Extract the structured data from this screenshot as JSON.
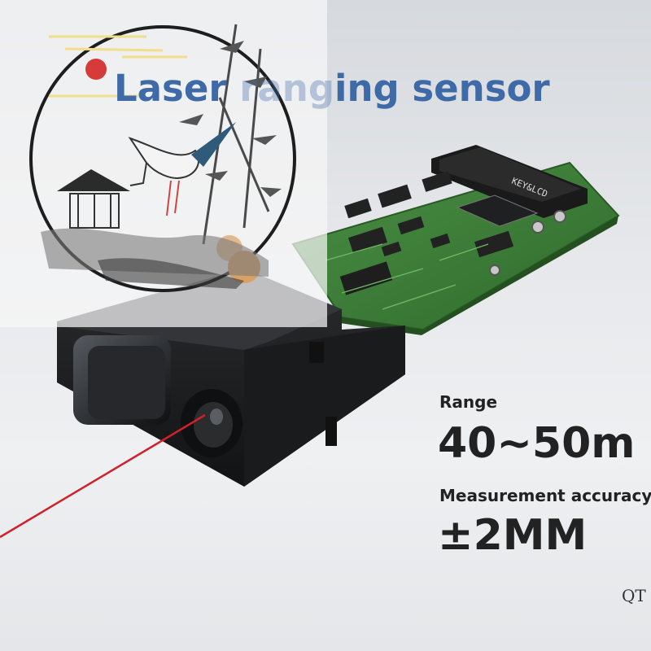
{
  "title": {
    "prefix": "Laser ",
    "faint": "rang",
    "suffix": "ing sensor"
  },
  "specs": {
    "range_label": "Range",
    "range_value": "40~50m",
    "accuracy_label": "Measurement accuracy",
    "accuracy_value": "±2MM"
  },
  "board_silkscreen": "KEY&LCD",
  "brand_mark": "QT",
  "colors": {
    "title_blue": "#3f6aa8",
    "pcb_green": "#3f7f3a",
    "laser_red": "#d0202a",
    "housing_black": "#1c1d1f"
  }
}
